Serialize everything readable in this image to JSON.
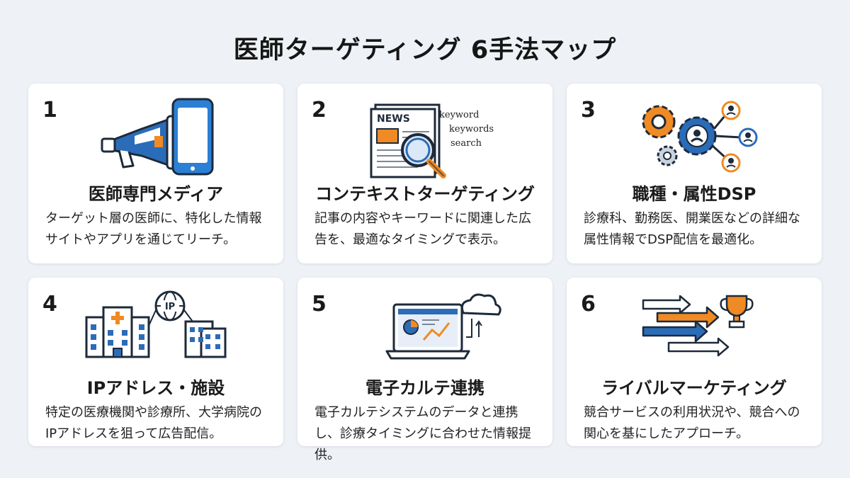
{
  "title": "医師ターゲティング 6手法マップ",
  "colors": {
    "accent_blue": "#2b6cb8",
    "accent_orange": "#f08a24",
    "background": "#eef2f6"
  },
  "cards": [
    {
      "number": "1",
      "title": "医師専門メディア",
      "description": "ターゲット層の医師に、特化した情報サイトやアプリを通じてリーチ。",
      "icons": [
        "megaphone-icon",
        "smartphone-icon"
      ]
    },
    {
      "number": "2",
      "title": "コンテキストターゲティング",
      "description": "記事の内容やキーワードに関連した広告を、最適なタイミングで表示。",
      "icons": [
        "newspaper-icon",
        "magnifier-icon"
      ],
      "icon_text": {
        "news": "NEWS",
        "kw1": "keyword",
        "kw2": "keywords",
        "kw3": "search"
      }
    },
    {
      "number": "3",
      "title": "職種・属性DSP",
      "description": "診療科、勤務医、開業医などの詳細な属性情報でDSP配信を最適化。",
      "icons": [
        "gears-icon",
        "user-network-icon"
      ]
    },
    {
      "number": "4",
      "title": "IPアドレス・施設",
      "description": "特定の医療機関や診療所、大学病院のIPアドレスを狙って広告配信。",
      "icons": [
        "hospital-icon",
        "globe-ip-icon",
        "building-icon"
      ],
      "icon_text": {
        "ip": "IP"
      }
    },
    {
      "number": "5",
      "title": "電子カルテ連携",
      "description": "電子カルテシステムのデータと連携し、診療タイミングに合わせた情報提供。",
      "icons": [
        "laptop-dashboard-icon",
        "cloud-icon"
      ]
    },
    {
      "number": "6",
      "title": "ライバルマーケティング",
      "description": "競合サービスの利用状況や、競合への関心を基にしたアプローチ。",
      "icons": [
        "arrows-icon",
        "trophy-icon"
      ]
    }
  ]
}
